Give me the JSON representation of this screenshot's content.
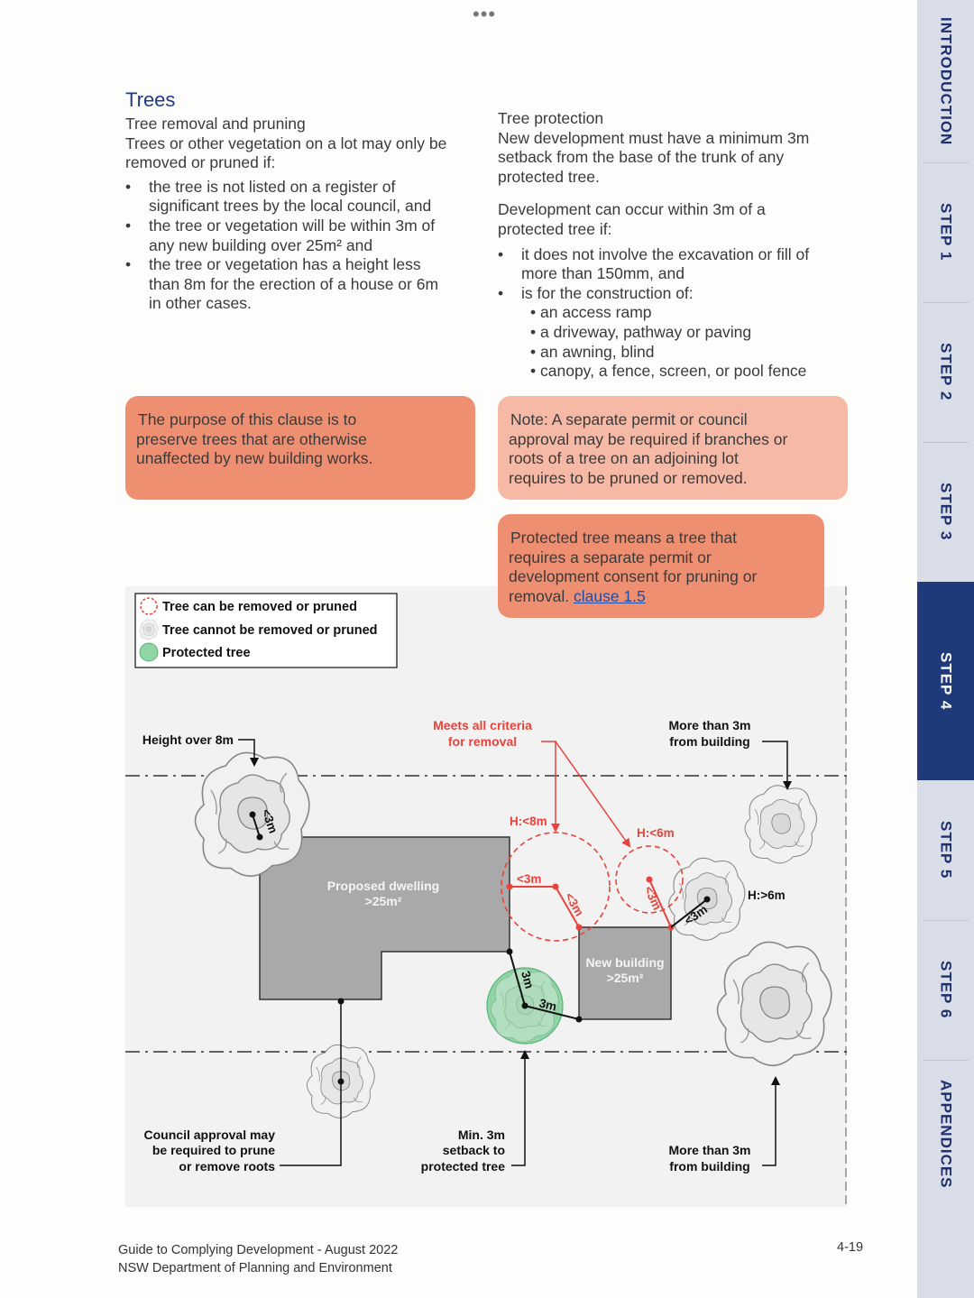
{
  "header": {
    "dots": "•••"
  },
  "left": {
    "heading": "Trees",
    "subheading": "Tree removal and pruning",
    "intro": [
      "Trees or other vegetation on a lot may only be",
      "removed or pruned if:"
    ],
    "bullets": [
      [
        "the tree is not listed on a register of",
        "significant trees by the local council, and"
      ],
      [
        "the tree or vegetation will be within 3m of",
        "any new building over 25m² and"
      ],
      [
        "the tree or vegetation has a height less",
        "than 8m for the erection of a house or 6m",
        "in other cases."
      ]
    ]
  },
  "right": {
    "subheading": "Tree protection",
    "para1": [
      "New development must have a minimum 3m",
      "setback from the base of the trunk of any",
      "protected tree."
    ],
    "para2": [
      "Development can occur within 3m of a",
      "protected tree if:"
    ],
    "bullets": [
      [
        "it does not involve the excavation or fill of",
        "more than 150mm, and"
      ],
      [
        "is for the construction of:"
      ]
    ],
    "sub_bullets": [
      "an access ramp",
      "a driveway, pathway or paving",
      "an awning, blind",
      "canopy, a fence, screen, or pool fence"
    ]
  },
  "callouts": {
    "purpose": [
      "The purpose of this clause is to",
      "preserve trees that are otherwise",
      "unaffected by new building works."
    ],
    "note": [
      "Note: A separate permit or council",
      "approval may be required if branches or",
      "roots of a tree on an adjoining lot",
      "requires to be pruned or removed."
    ],
    "protected": [
      "Protected tree means a tree that",
      "requires a separate permit or",
      "development consent for pruning or"
    ],
    "protected_last": "removal.",
    "protected_link": "clause 1.5"
  },
  "diagram": {
    "legend": [
      "Tree can be removed or pruned",
      "Tree cannot be removed or pruned",
      "Protected tree"
    ],
    "labels": {
      "height_over_8m": "Height over 8m",
      "meets_criteria": [
        "Meets all criteria",
        "for removal"
      ],
      "more_than_3m_top": [
        "More than 3m",
        "from building"
      ],
      "more_than_3m_bottom": [
        "More than 3m",
        "from building"
      ],
      "proposed_dwelling": [
        "Proposed dwelling",
        ">25m²"
      ],
      "new_building": [
        "New building",
        ">25m²"
      ],
      "h_lt_8m": "H:<8m",
      "h_lt_6m": "H:<6m",
      "h_gt_6m": "H:>6m",
      "lt_3m": "<3m",
      "three_m": "3m",
      "council_approval": [
        "Council approval may",
        "be required to prune",
        "or remove roots"
      ],
      "min_setback": [
        "Min. 3m",
        "setback to",
        "protected tree"
      ]
    }
  },
  "sidebar": {
    "tabs": [
      "INTRODUCTION",
      "STEP 1",
      "STEP 2",
      "STEP 3",
      "STEP 4",
      "STEP 5",
      "STEP 6",
      "APPENDICES"
    ],
    "active": "STEP 4"
  },
  "footer": {
    "line1": "Guide to Complying Development - August 2022",
    "line2": "NSW Department of Planning and Environment",
    "page": "4-19"
  },
  "colors": {
    "accent_red": "#e8433c",
    "callout": "#ef8f72",
    "callout_light": "#f6b9a5",
    "navy": "#1e3a7a",
    "protected_green": "#8fd6a4"
  }
}
